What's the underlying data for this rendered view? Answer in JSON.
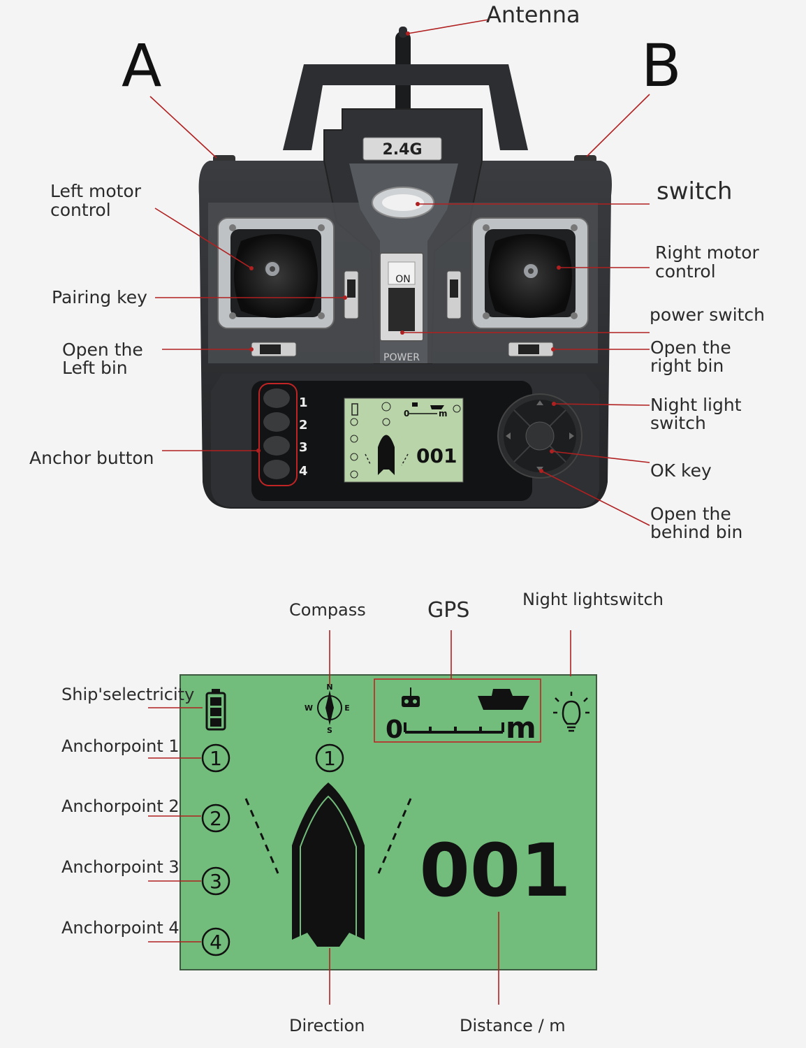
{
  "top_letters": {
    "a": "A",
    "b": "B"
  },
  "controller": {
    "badge": "2.4G",
    "power_on": "ON",
    "power_text": "POWER",
    "anchor_numbers": [
      "1",
      "2",
      "3",
      "4"
    ],
    "mini_lcd_value": "001",
    "mini_lcd_zero": "0",
    "mini_lcd_unit": "m"
  },
  "labels": {
    "antenna": "Antenna",
    "switch": "switch",
    "left_motor_1": "Left motor",
    "left_motor_2": "control",
    "right_motor_1": "Right motor",
    "right_motor_2": "control",
    "pairing_key": "Pairing key",
    "power_switch": "power switch",
    "open_left_1": "Open the",
    "open_left_2": "Left bin",
    "open_right_1": "Open the",
    "open_right_2": "right bin",
    "anchor_button": "Anchor button",
    "night_light_1": "Night light",
    "night_light_2": "switch",
    "ok_key": "OK key",
    "open_behind_1": "Open the",
    "open_behind_2": "behind bin"
  },
  "lcd_labels": {
    "compass": "Compass",
    "gps": "GPS",
    "night_light_1": "Night light",
    "night_light_2": "switch",
    "electricity_1": "Ship's",
    "electricity_2": "electricity",
    "anchor1_1": "Anchor",
    "anchor1_2": "point 1",
    "anchor2_1": "Anchor",
    "anchor2_2": "point 2",
    "anchor3_1": "Anchor",
    "anchor3_2": "point 3",
    "anchor4_1": "Anchor",
    "anchor4_2": "point 4",
    "direction": "Direction",
    "distance": "Distance / m"
  },
  "lcd": {
    "background": "#72bd7b",
    "distance_value": "001",
    "gps_zero": "0",
    "gps_unit": "m",
    "compass_n": "N",
    "compass_s": "S",
    "compass_e": "E",
    "compass_w": "W",
    "anchor_glyphs": [
      "1",
      "2",
      "3",
      "4"
    ],
    "selected_anchor": "1"
  },
  "colors": {
    "callout": "#b02020",
    "body_dark": "#2b2d30",
    "lcd_green": "#72bd7b"
  }
}
